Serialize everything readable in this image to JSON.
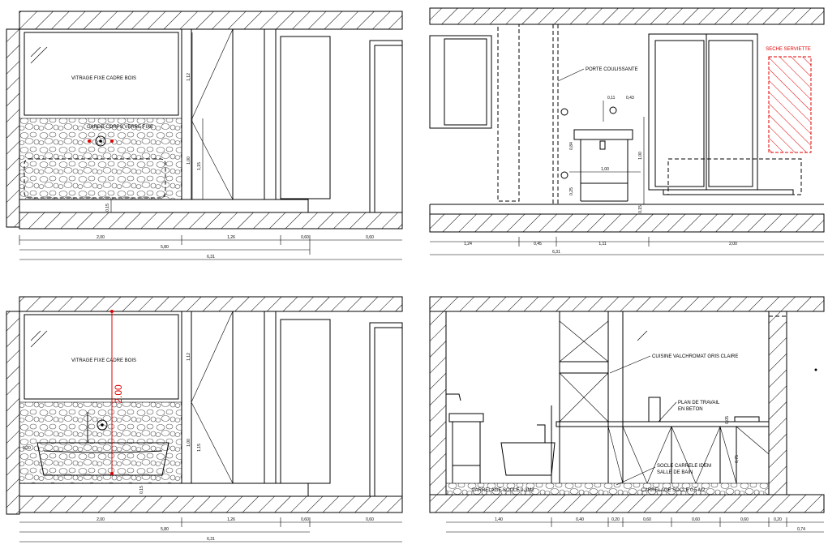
{
  "top_left": {
    "window_label": "VITRAGE FIXE CADRE BOIS",
    "stone_label": "GARDE-CORPS VERRE FIXE",
    "height_dims": [
      "1,12",
      "1,00",
      "1,15",
      "0,15"
    ],
    "width_dims": [
      "2,00",
      "1,26",
      "0,60",
      "0,60"
    ],
    "total_dims": [
      "5,80",
      "6,31"
    ]
  },
  "top_right": {
    "towel_label": "SECHE SERVIETTE",
    "door_label": "PORTE COULISSANTE",
    "height_dims": [
      "0,84",
      "0,25",
      "1,00",
      "0,15"
    ],
    "width_dims": [
      "0,11",
      "0,43",
      "1,00"
    ],
    "bottom_dims": [
      "1,24",
      "0,45",
      "1,11",
      "2,00"
    ],
    "total_dims": [
      "6,31"
    ]
  },
  "bottom_left": {
    "window_label": "VITRAGE FIXE CADRE BOIS",
    "red_height": "2.00",
    "height_dims": [
      "1,12",
      "1,00",
      "1,15",
      "0,15",
      "0,20"
    ],
    "width_dims": [
      "2,00",
      "1,26",
      "0,60",
      "0,60"
    ],
    "total_dims": [
      "5,80",
      "6,31"
    ]
  },
  "bottom_right": {
    "cuisine_label": "CUISINE VALCHROMAT GRIS CLAIRE",
    "plan_label_1": "PLAN DE TRAVAIL",
    "plan_label_2": "EN BETON",
    "socle_label_1": "SOCLE CARRELE IDEM",
    "socle_label_2": "SALLE DE BAIN",
    "carrelage_1": "CARRELAGE SOCLE 0,3M2",
    "carrelage_2": "CARRELAGE SOCLE 0,5 M2",
    "height_dims": [
      "0,05",
      "0,75"
    ],
    "width_dims": [
      "1,40",
      "0,40",
      "0,20",
      "0,60",
      "0,60",
      "0,60",
      "0,20",
      "0,74"
    ]
  }
}
